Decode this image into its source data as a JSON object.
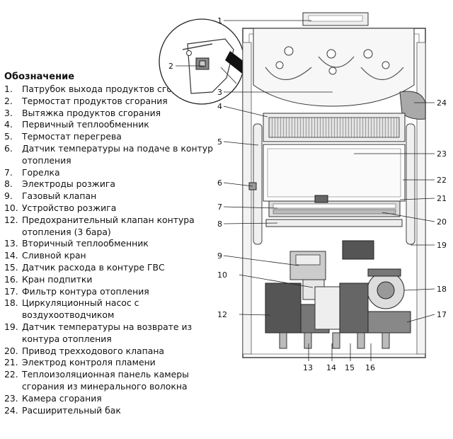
{
  "legend": {
    "title": "Обозначение",
    "items": [
      {
        "num": "1.",
        "text": "Патрубок выхода продуктов сгорания"
      },
      {
        "num": "2.",
        "text": "Термостат продуктов сгорания"
      },
      {
        "num": "3.",
        "text": "Вытяжка продуктов сгорания"
      },
      {
        "num": "4.",
        "text": "Первичный теплообменник"
      },
      {
        "num": "5.",
        "text": "Термостат перегрева"
      },
      {
        "num": "6.",
        "text": "Датчик температуры на подаче в контур отопления"
      },
      {
        "num": "7.",
        "text": "Горелка"
      },
      {
        "num": "8.",
        "text": "Электроды розжига"
      },
      {
        "num": "9.",
        "text": "Газовый клапан"
      },
      {
        "num": "10.",
        "text": "Устройство розжига"
      },
      {
        "num": "12.",
        "text": "Предохранительный клапан контура отопления (3 бара)"
      },
      {
        "num": "13.",
        "text": "Вторичный теплообменник"
      },
      {
        "num": "14.",
        "text": "Сливной кран"
      },
      {
        "num": "15.",
        "text": "Датчик расхода в контуре ГВС"
      },
      {
        "num": "16.",
        "text": "Кран подпитки"
      },
      {
        "num": "17.",
        "text": "Фильтр контура отопления"
      },
      {
        "num": "18.",
        "text": "Циркуляционный насос с воздухоотводчиком"
      },
      {
        "num": "19.",
        "text": "Датчик температуры на возврате из контура отопления"
      },
      {
        "num": "20.",
        "text": "Привод трехходового клапана"
      },
      {
        "num": "21.",
        "text": "Электрод контроля пламени"
      },
      {
        "num": "22.",
        "text": "Теплоизоляционная панель камеры сгорания из минерального волокна"
      },
      {
        "num": "23.",
        "text": "Камера сгорания"
      },
      {
        "num": "24.",
        "text": "Расширительный бак"
      }
    ]
  },
  "callouts": {
    "c1": "1",
    "c2": "2",
    "c3": "3",
    "c4": "4",
    "c5": "5",
    "c6": "6",
    "c7": "7",
    "c8": "8",
    "c9": "9",
    "c10": "10",
    "c12": "12",
    "c13": "13",
    "c14": "14",
    "c15": "15",
    "c16": "16",
    "c17": "17",
    "c18": "18",
    "c19": "19",
    "c20": "20",
    "c21": "21",
    "c22": "22",
    "c23": "23",
    "c24": "24"
  }
}
